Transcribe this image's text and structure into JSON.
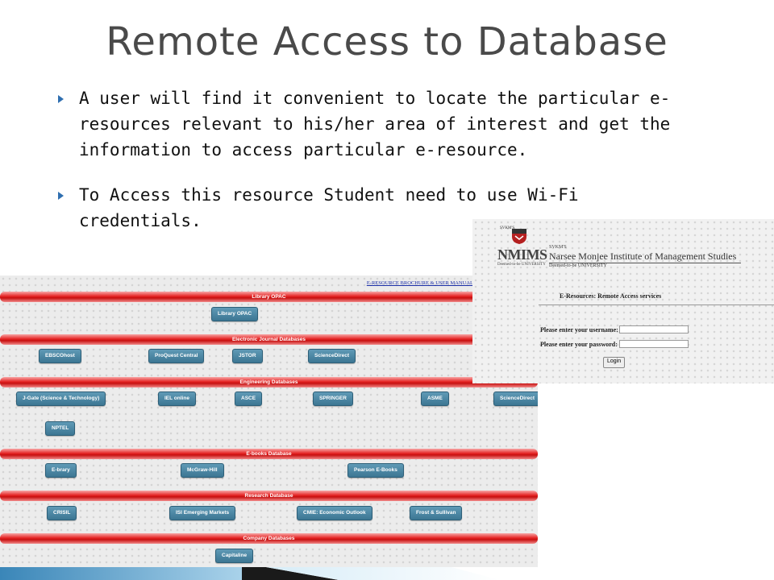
{
  "slide": {
    "title": "Remote Access to Database",
    "bullets": [
      "A user will find it convenient to locate the particular e-resources relevant to his/her area of interest and get the information to access particular e-resource.",
      "To Access this resource Student need to use Wi-Fi credentials."
    ]
  },
  "database_portal": {
    "brochure_link": "E-RESOURCE BROCHURE & USER MANUAL",
    "sections": [
      {
        "title": "Library OPAC",
        "buttons": [
          "Library OPAC"
        ]
      },
      {
        "title": "Electronic Journal Databases",
        "buttons": [
          "EBSCOhost",
          "ProQuest Central",
          "JSTOR",
          "ScienceDirect"
        ]
      },
      {
        "title": "Engineering Databases",
        "buttons": [
          "J-Gate (Science & Technology)",
          "IEL online",
          "ASCE",
          "SPRINGER",
          "ASME",
          "ScienceDirect",
          "NPTEL"
        ]
      },
      {
        "title": "E-books Database",
        "buttons": [
          "E-brary",
          "McGraw-Hill",
          "Pearson E-Books"
        ]
      },
      {
        "title": "Research Database",
        "buttons": [
          "CRISIL",
          "ISI Emerging Markets",
          "CMIE: Economic Outlook",
          "Frost & Sullivan"
        ]
      },
      {
        "title": "Company Databases",
        "buttons": [
          "Capitaline"
        ]
      }
    ]
  },
  "login_window": {
    "logo_small": "SVKM'S",
    "logo_text": "NMIMS",
    "logo_tagline": "Deemed-to-be UNIVERSITY",
    "org_prefix": "SVKM'S",
    "org_name": "Narsee Monjee Institute of Management Studies",
    "org_sub": "Deemed-to-be UNIVERSITY",
    "heading": "E-Resources: Remote Access services",
    "username_label": "Please enter your username:",
    "password_label": "Please enter your password:",
    "username_value": "",
    "password_value": "",
    "login_label": "Login"
  },
  "colors": {
    "accent": "#2f6fb0",
    "section_bar": "#e52424",
    "db_button": "#3c7693",
    "title_text": "#4a4a4a"
  }
}
